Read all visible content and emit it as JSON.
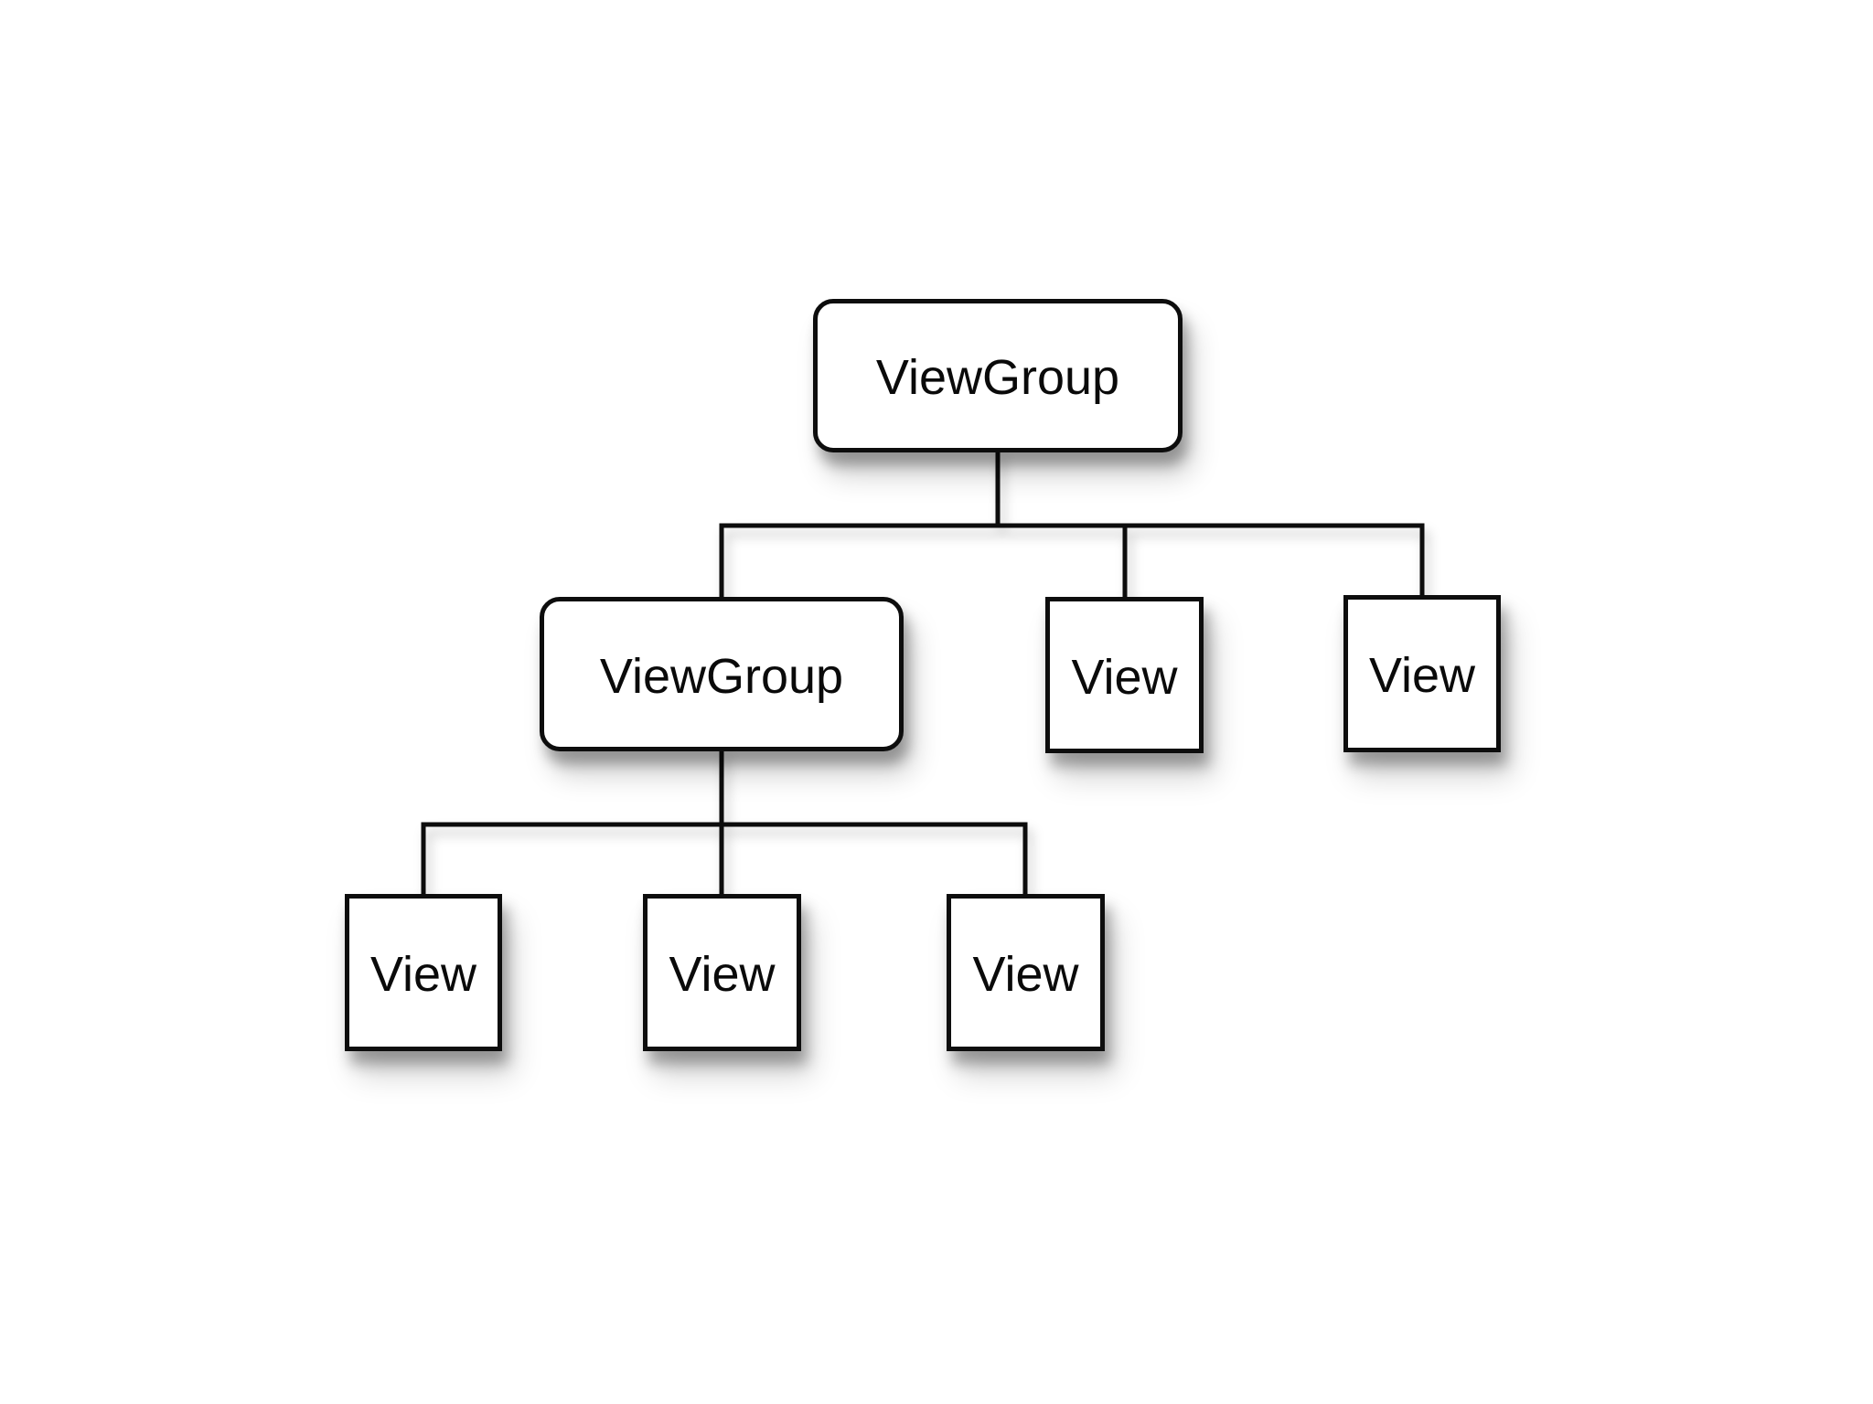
{
  "diagram": {
    "description": "View hierarchy tree diagram",
    "colors": {
      "background": "#ffffff",
      "box_fill": "#ffffff",
      "box_border": "#0d0d0d",
      "connector": "#0d0d0d",
      "text": "#0a0a0a"
    },
    "nodes": [
      {
        "id": "root",
        "label": "ViewGroup",
        "shape": "rounded",
        "level": 1,
        "parent": null
      },
      {
        "id": "vg2",
        "label": "ViewGroup",
        "shape": "rounded",
        "level": 2,
        "parent": "root"
      },
      {
        "id": "view1",
        "label": "View",
        "shape": "square",
        "level": 2,
        "parent": "root"
      },
      {
        "id": "view2",
        "label": "View",
        "shape": "square",
        "level": 2,
        "parent": "root"
      },
      {
        "id": "view3",
        "label": "View",
        "shape": "square",
        "level": 3,
        "parent": "vg2"
      },
      {
        "id": "view4",
        "label": "View",
        "shape": "square",
        "level": 3,
        "parent": "vg2"
      },
      {
        "id": "view5",
        "label": "View",
        "shape": "square",
        "level": 3,
        "parent": "vg2"
      }
    ],
    "edges": [
      [
        "root",
        "vg2"
      ],
      [
        "root",
        "view1"
      ],
      [
        "root",
        "view2"
      ],
      [
        "vg2",
        "view3"
      ],
      [
        "vg2",
        "view4"
      ],
      [
        "vg2",
        "view5"
      ]
    ]
  }
}
